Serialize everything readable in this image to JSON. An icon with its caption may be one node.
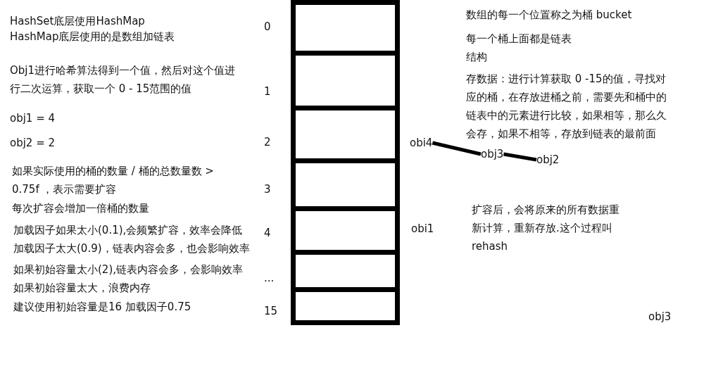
{
  "diagram": {
    "nodes": [
      {
        "text": [],
        "shape": "box",
        "beside": [
          "0"
        ]
      },
      {
        "text": [],
        "shape": "box",
        "beside": [
          "1"
        ]
      },
      {
        "text": [],
        "shape": "box",
        "beside": [
          "2"
        ]
      },
      {
        "text": [],
        "shape": "box",
        "beside": [
          "3"
        ]
      },
      {
        "text": [],
        "shape": "box",
        "beside": [
          "4"
        ]
      },
      {
        "text": [],
        "shape": "box",
        "beside": [
          "..."
        ]
      },
      {
        "text": [],
        "shape": "box",
        "beside": [
          "15"
        ]
      },
      {
        "text": [
          "obi4"
        ]
      },
      {
        "text": [
          "obj3"
        ]
      },
      {
        "text": [
          "obj2"
        ]
      }
    ],
    "edges": [
      {
        "from": 7,
        "to": 8,
        "arrow": "none"
      },
      {
        "from": 8,
        "to": 9,
        "arrow": "none"
      }
    ],
    "labels": [
      "HashSet底层使用HashMap",
      "HashMap底层使用的是数组加链表",
      "Obj1进行哈希算法得到一个值，然后对这个值进行二次运算，获取一个 0 - 15范围的值",
      "obj1 = 4",
      "obj2 = 2",
      "如果实际使用的桶的数量 / 桶的总数量数 > 0.75f ，表示需要扩容",
      "每次扩容会增加一倍桶的数量",
      "加载因子如果太小(0.1),会频繁扩容，效率会降低",
      "加载因子太大(0.9)，链表内容会多，也会影响效率",
      "如果初始容量太小(2),链表内容会多，会影响效率",
      "如果初始容量太大，浪费内存",
      "建议使用初始容量是16 加载因子0.75",
      "数组的每一个位置称之为桶 bucket",
      "每一个桶上面都是链表结构",
      "存数据：进行计算获取 0 -15的值，寻找对应的桶，在存放进桶之前，需要先和桶中的链表中的元素进行比较，如果相等，那么久会存，如果不相等，存放到链表的最前面",
      "obi1",
      "扩容后，会将原来的所有数据重新计算，重新存放.这个过程叫rehash",
      "obj3"
    ]
  }
}
